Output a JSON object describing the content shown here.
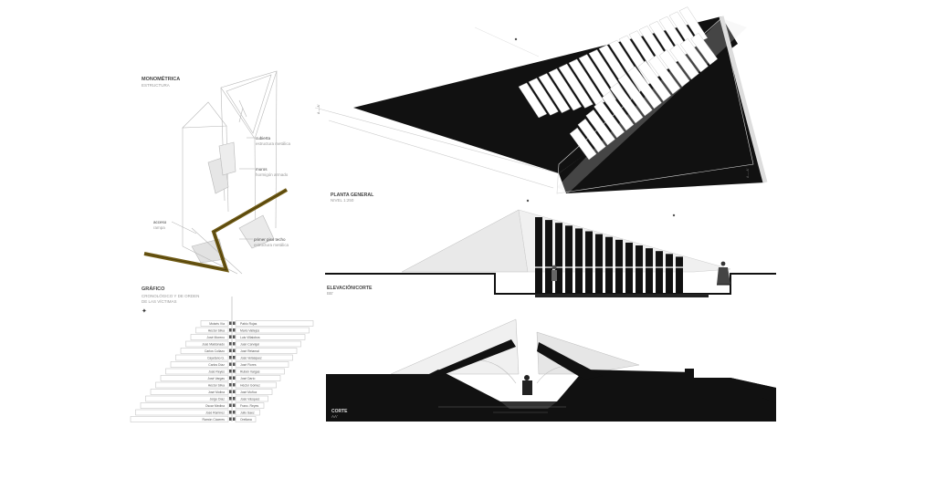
{
  "sheet": {
    "axo_title": "MONOMÉTRICA",
    "axo_subtitle": "ESTRUCTURA",
    "axo_callouts": [
      {
        "title": "cubierta",
        "sub": "estructura metálica"
      },
      {
        "title": "muros",
        "sub": "hormigón armado"
      },
      {
        "title": "acceso",
        "sub": "rampa"
      },
      {
        "title": "primer piso techo",
        "sub": "estructura metálica"
      }
    ],
    "graph_title": "GRÁFICO",
    "graph_subtitle_1": "CRONOLÓGICO Y DE ORDEN",
    "graph_subtitle_2": "DE LAS VÍCTIMAS",
    "plan_title": "PLANTA GENERAL",
    "plan_subtitle": "NIVEL 1:250",
    "elevation_title": "ELEVACIÓN/CORTE",
    "elevation_subtitle": "BB'",
    "section_title": "CORTE",
    "section_subtitle": "AA'",
    "victims_left": [
      "Moisés Vía",
      "Héctor Silva",
      "José Moreno",
      "José Maldonado",
      "Carlos Collazo",
      "Cayetano G.",
      "Carlos Díaz",
      "José Reyes",
      "José Vargas",
      "Héctor Silva",
      "José Molina",
      "Jorge Díaz",
      "Oscar Medina",
      "José Ramírez",
      "Ramón Cáceres"
    ],
    "victims_right": [
      "Pablo Rojas",
      "Mario Vallejos",
      "Luis Villalobos",
      "Juan Carvajal",
      "José Retamal",
      "José Velásquez",
      "José Flores",
      "Rubén Vargas",
      "José Darío",
      "Héctor Gómez",
      "José Muñoz",
      "José Vásquez",
      "Franc. Reyes",
      "Julio Saez",
      "Orellana"
    ]
  }
}
